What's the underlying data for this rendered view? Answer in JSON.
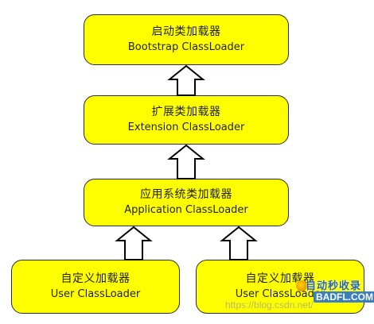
{
  "diagram": {
    "nodes": [
      {
        "id": "bootstrap",
        "zh": "启动类加载器",
        "en": "Bootstrap ClassLoader"
      },
      {
        "id": "extension",
        "zh": "扩展类加载器",
        "en": "Extension ClassLoader"
      },
      {
        "id": "application",
        "zh": "应用系统类加载器",
        "en": "Application ClassLoader"
      },
      {
        "id": "user-left",
        "zh": "自定义加载器",
        "en": "User ClassLoader"
      },
      {
        "id": "user-right",
        "zh": "自定义加载器",
        "en": "User ClassLoader"
      }
    ],
    "edges": [
      {
        "from": "extension",
        "to": "bootstrap"
      },
      {
        "from": "application",
        "to": "extension"
      },
      {
        "from": "user-left",
        "to": "application"
      },
      {
        "from": "user-right",
        "to": "application"
      }
    ]
  },
  "colors": {
    "box_fill": "#ffff00",
    "box_border": "#2b2b2b",
    "arrow_fill": "#ffffff",
    "arrow_stroke": "#000000"
  },
  "watermark": {
    "url": "https://blog.csdn.net/",
    "logo_zh": "自动秒收录",
    "logo_en": "BADFL.COM"
  }
}
